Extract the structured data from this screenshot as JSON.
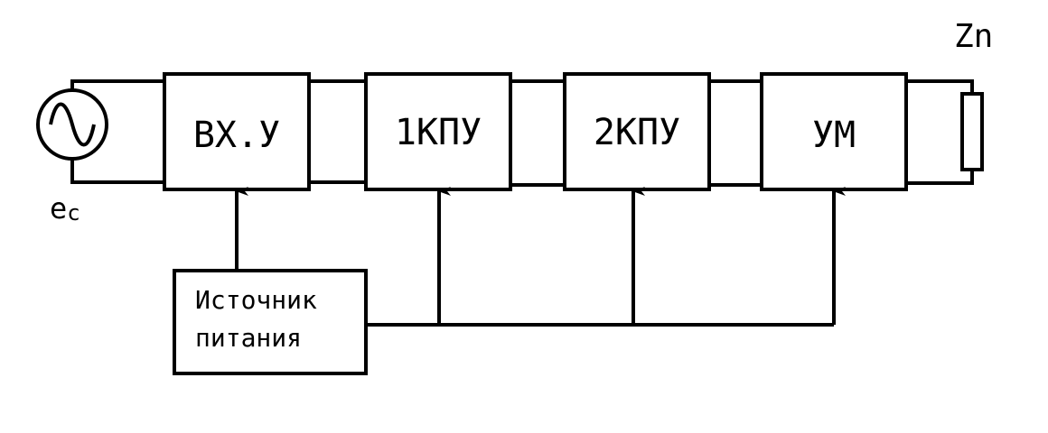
{
  "source": {
    "label_main": "e",
    "label_sub": "c"
  },
  "blocks": [
    {
      "id": "vxu",
      "label": "ВХ.У"
    },
    {
      "id": "kpu1",
      "label": "1КПУ"
    },
    {
      "id": "kpu2",
      "label": "2КПУ"
    },
    {
      "id": "um",
      "label": "УМ"
    }
  ],
  "load": {
    "label": "Zn"
  },
  "power_supply": {
    "line1": "Источник",
    "line2": "питания"
  },
  "colors": {
    "stroke": "#000000",
    "background": "#ffffff"
  }
}
